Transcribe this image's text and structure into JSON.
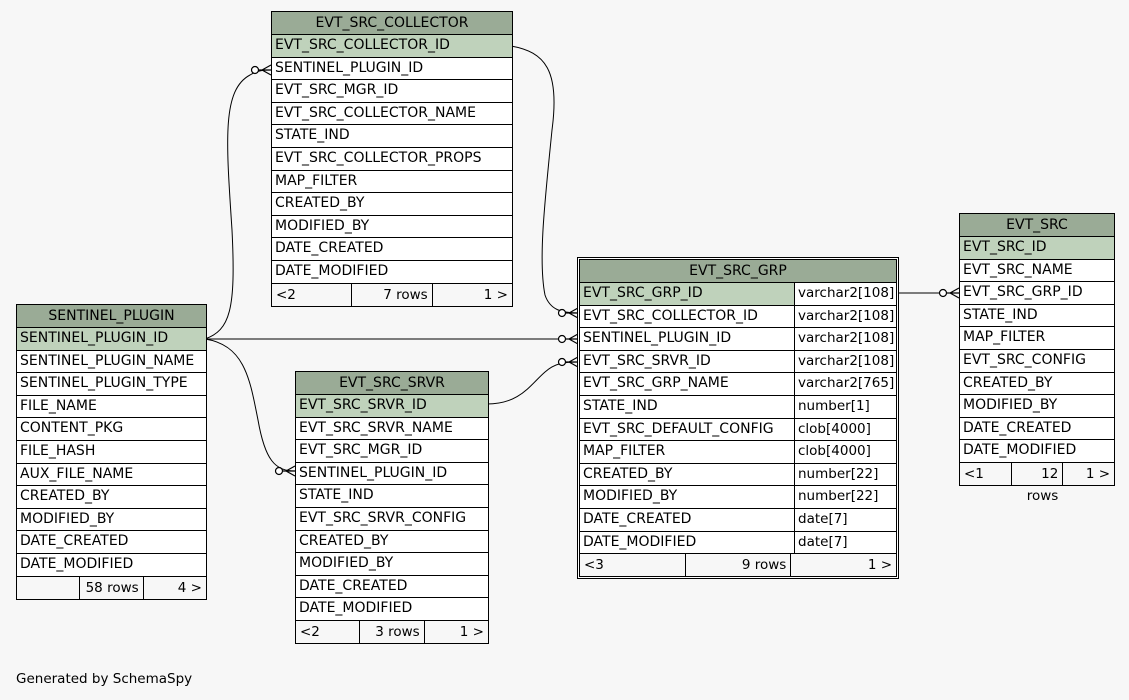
{
  "tables": [
    {
      "id": "collector",
      "name": "EVT_SRC_COLLECTOR",
      "columns": [
        {
          "n": "EVT_SRC_COLLECTOR_ID",
          "pk": true
        },
        {
          "n": "SENTINEL_PLUGIN_ID"
        },
        {
          "n": "EVT_SRC_MGR_ID"
        },
        {
          "n": "EVT_SRC_COLLECTOR_NAME"
        },
        {
          "n": "STATE_IND"
        },
        {
          "n": "EVT_SRC_COLLECTOR_PROPS"
        },
        {
          "n": "MAP_FILTER"
        },
        {
          "n": "CREATED_BY"
        },
        {
          "n": "MODIFIED_BY"
        },
        {
          "n": "DATE_CREATED"
        },
        {
          "n": "DATE_MODIFIED"
        }
      ],
      "footer": [
        "<2",
        "7 rows",
        "1 >"
      ]
    },
    {
      "id": "plugin",
      "name": "SENTINEL_PLUGIN",
      "columns": [
        {
          "n": "SENTINEL_PLUGIN_ID",
          "pk": true
        },
        {
          "n": "SENTINEL_PLUGIN_NAME"
        },
        {
          "n": "SENTINEL_PLUGIN_TYPE"
        },
        {
          "n": "FILE_NAME"
        },
        {
          "n": "CONTENT_PKG"
        },
        {
          "n": "FILE_HASH"
        },
        {
          "n": "AUX_FILE_NAME"
        },
        {
          "n": "CREATED_BY"
        },
        {
          "n": "MODIFIED_BY"
        },
        {
          "n": "DATE_CREATED"
        },
        {
          "n": "DATE_MODIFIED"
        }
      ],
      "footer": [
        "",
        "58 rows",
        "4 >"
      ]
    },
    {
      "id": "srvr",
      "name": "EVT_SRC_SRVR",
      "columns": [
        {
          "n": "EVT_SRC_SRVR_ID",
          "pk": true
        },
        {
          "n": "EVT_SRC_SRVR_NAME"
        },
        {
          "n": "EVT_SRC_MGR_ID"
        },
        {
          "n": "SENTINEL_PLUGIN_ID"
        },
        {
          "n": "STATE_IND"
        },
        {
          "n": "EVT_SRC_SRVR_CONFIG"
        },
        {
          "n": "CREATED_BY"
        },
        {
          "n": "MODIFIED_BY"
        },
        {
          "n": "DATE_CREATED"
        },
        {
          "n": "DATE_MODIFIED"
        }
      ],
      "footer": [
        "<2",
        "3 rows",
        "1 >"
      ]
    },
    {
      "id": "grp",
      "name": "EVT_SRC_GRP",
      "focus": true,
      "columns": [
        {
          "n": "EVT_SRC_GRP_ID",
          "t": "varchar2[108]",
          "pk": true
        },
        {
          "n": "EVT_SRC_COLLECTOR_ID",
          "t": "varchar2[108]"
        },
        {
          "n": "SENTINEL_PLUGIN_ID",
          "t": "varchar2[108]"
        },
        {
          "n": "EVT_SRC_SRVR_ID",
          "t": "varchar2[108]"
        },
        {
          "n": "EVT_SRC_GRP_NAME",
          "t": "varchar2[765]"
        },
        {
          "n": "STATE_IND",
          "t": "number[1]"
        },
        {
          "n": "EVT_SRC_DEFAULT_CONFIG",
          "t": "clob[4000]"
        },
        {
          "n": "MAP_FILTER",
          "t": "clob[4000]"
        },
        {
          "n": "CREATED_BY",
          "t": "number[22]"
        },
        {
          "n": "MODIFIED_BY",
          "t": "number[22]"
        },
        {
          "n": "DATE_CREATED",
          "t": "date[7]"
        },
        {
          "n": "DATE_MODIFIED",
          "t": "date[7]"
        }
      ],
      "footer": [
        "<3",
        "9 rows",
        "1 >"
      ]
    },
    {
      "id": "evtsrc",
      "name": "EVT_SRC",
      "columns": [
        {
          "n": "EVT_SRC_ID",
          "pk": true
        },
        {
          "n": "EVT_SRC_NAME"
        },
        {
          "n": "EVT_SRC_GRP_ID"
        },
        {
          "n": "STATE_IND"
        },
        {
          "n": "MAP_FILTER"
        },
        {
          "n": "EVT_SRC_CONFIG"
        },
        {
          "n": "CREATED_BY"
        },
        {
          "n": "MODIFIED_BY"
        },
        {
          "n": "DATE_CREATED"
        },
        {
          "n": "DATE_MODIFIED"
        }
      ],
      "footer": [
        "<1",
        "12 rows",
        "1 >"
      ]
    }
  ],
  "credit": "Generated by SchemaSpy"
}
